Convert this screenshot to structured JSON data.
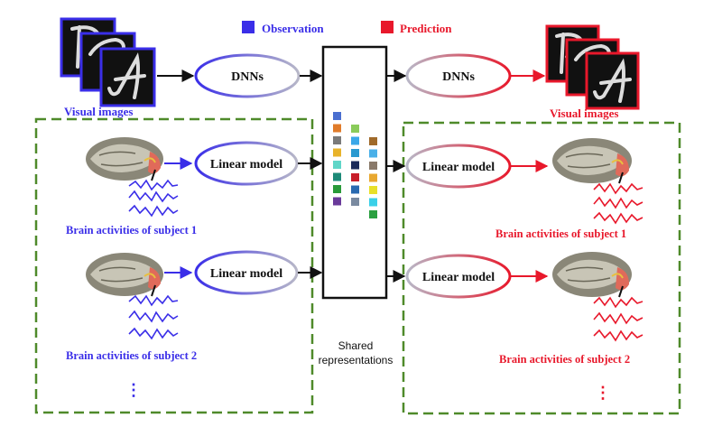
{
  "legend": {
    "observation": {
      "label": "Observation",
      "color": "#3a2ee8"
    },
    "prediction": {
      "label": "Prediction",
      "color": "#e8182b"
    }
  },
  "left": {
    "visual_images_label": "Visual images",
    "dnn_label": "DNNs",
    "linear_model_1": "Linear model",
    "linear_model_2": "Linear model",
    "subject_1_label": "Brain activities of subject 1",
    "subject_2_label": "Brain activities of subject 2",
    "more": "⋮"
  },
  "right": {
    "visual_images_label": "Visual images",
    "dnn_label": "DNNs",
    "linear_model_1": "Linear model",
    "linear_model_2": "Linear model",
    "subject_1_label": "Brain activities  of subject 1",
    "subject_2_label": "Brain activities of subject 2",
    "more": "⋮"
  },
  "shared": {
    "line1": "Shared",
    "line2": "representations"
  },
  "colors": {
    "blue": "#3a2ee8",
    "red": "#e8182b",
    "dash_green": "#4f8a2a",
    "swatches": [
      "#4a6fd0",
      "#e07b2a",
      "#7a7a7a",
      "#e8b32a",
      "#5fd6c8",
      "#1d8a78",
      "#2a9a3a",
      "#6a3a9a",
      "#8acb5a",
      "#3aa8e8",
      "#2a9ad0",
      "#1a2a5a",
      "#c81e2a",
      "#2a6ab0",
      "#7a8aa0",
      "#a06a2a",
      "#4ab0e8",
      "#8a7a6a",
      "#e8a830",
      "#e8e02a",
      "#3ad0e8",
      "#2aa040"
    ]
  }
}
